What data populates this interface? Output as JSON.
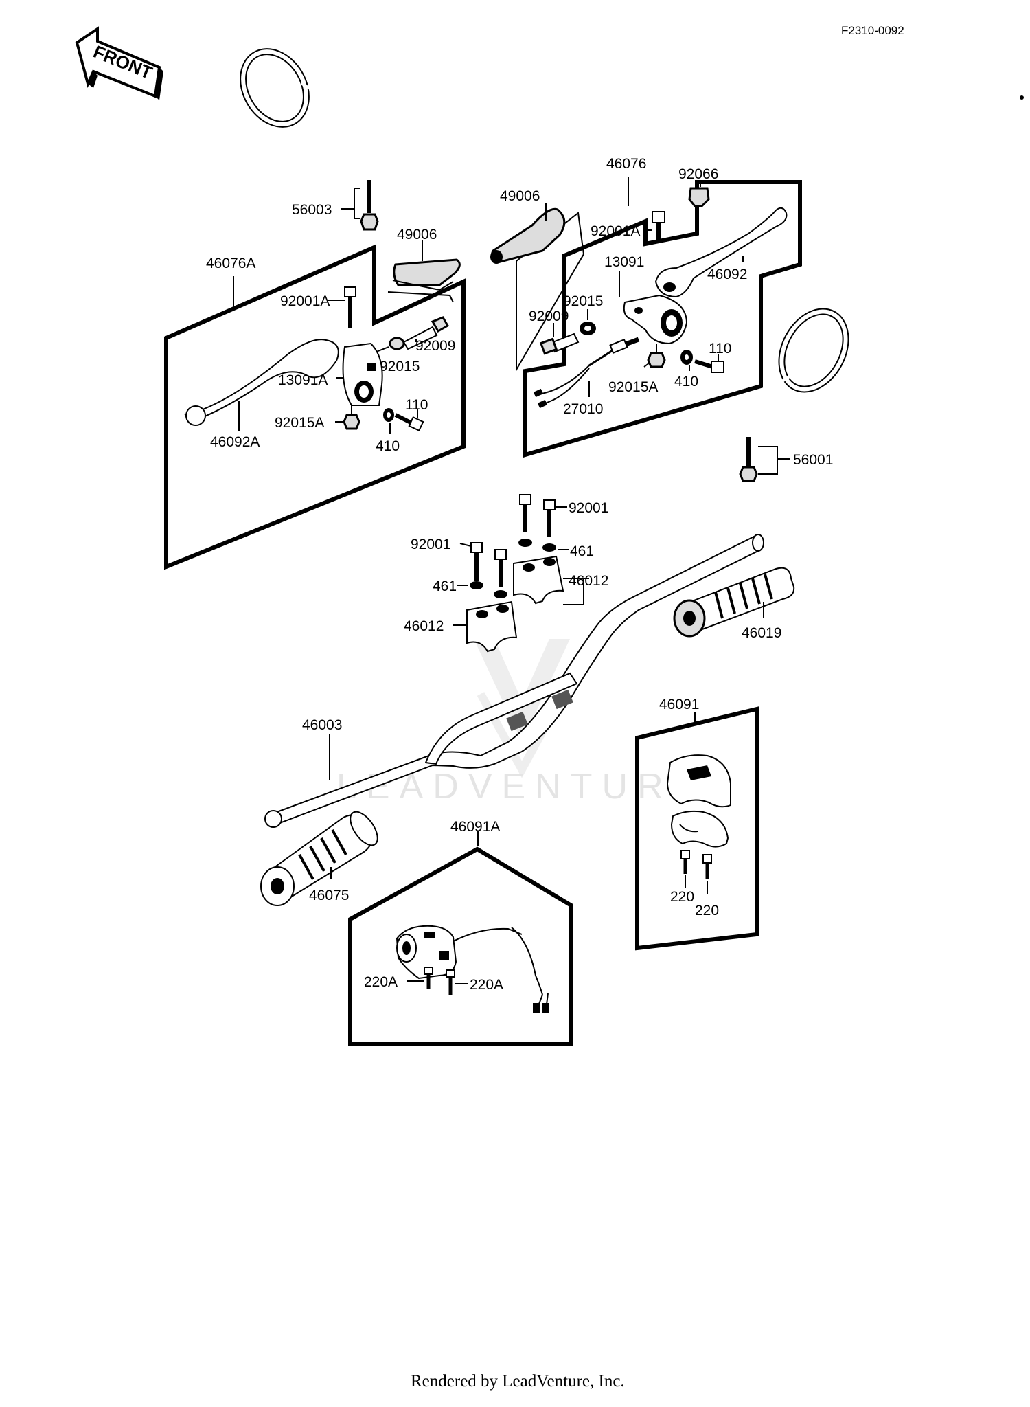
{
  "diagram_code": "F2310-0092",
  "front_label": "FRONT",
  "watermark": "LEADVENTURE",
  "footer": "Rendered by LeadVenture, Inc.",
  "parts": {
    "mirror_left": "56003",
    "mirror_right": "56001",
    "lever_assy_left": "46076A",
    "lever_assy_right": "46076",
    "lever_cover_left": "49006",
    "lever_cover_right": "49006",
    "bolt_92001a_left": "92001A",
    "bolt_92001a_right": "92001A",
    "nut_92015_left": "92015",
    "nut_92015_right": "92015",
    "adjuster_left": "92009",
    "adjuster_right": "92009",
    "holder_left": "13091A",
    "holder_right": "13091",
    "lever_left": "46092A",
    "lever_right": "46092",
    "nut_92015a_left": "92015A",
    "nut_92015a_right": "92015A",
    "bolt_110_left": "110",
    "bolt_110_right": "110",
    "washer_410_left": "410",
    "washer_410_right": "410",
    "cap_92066": "92066",
    "switch_27010": "27010",
    "bolt_92001_right": "92001",
    "bolt_92001_left": "92001",
    "washer_461_right": "461",
    "washer_461_left": "461",
    "clamp_right": "46012",
    "clamp_left": "46012",
    "grip_right": "46019",
    "handlebar": "46003",
    "grip_left": "46075",
    "housing_right": "46091",
    "switch_left": "46091A",
    "screw_220a_1": "220A",
    "screw_220a_2": "220A",
    "screw_220_1": "220",
    "screw_220_2": "220"
  }
}
